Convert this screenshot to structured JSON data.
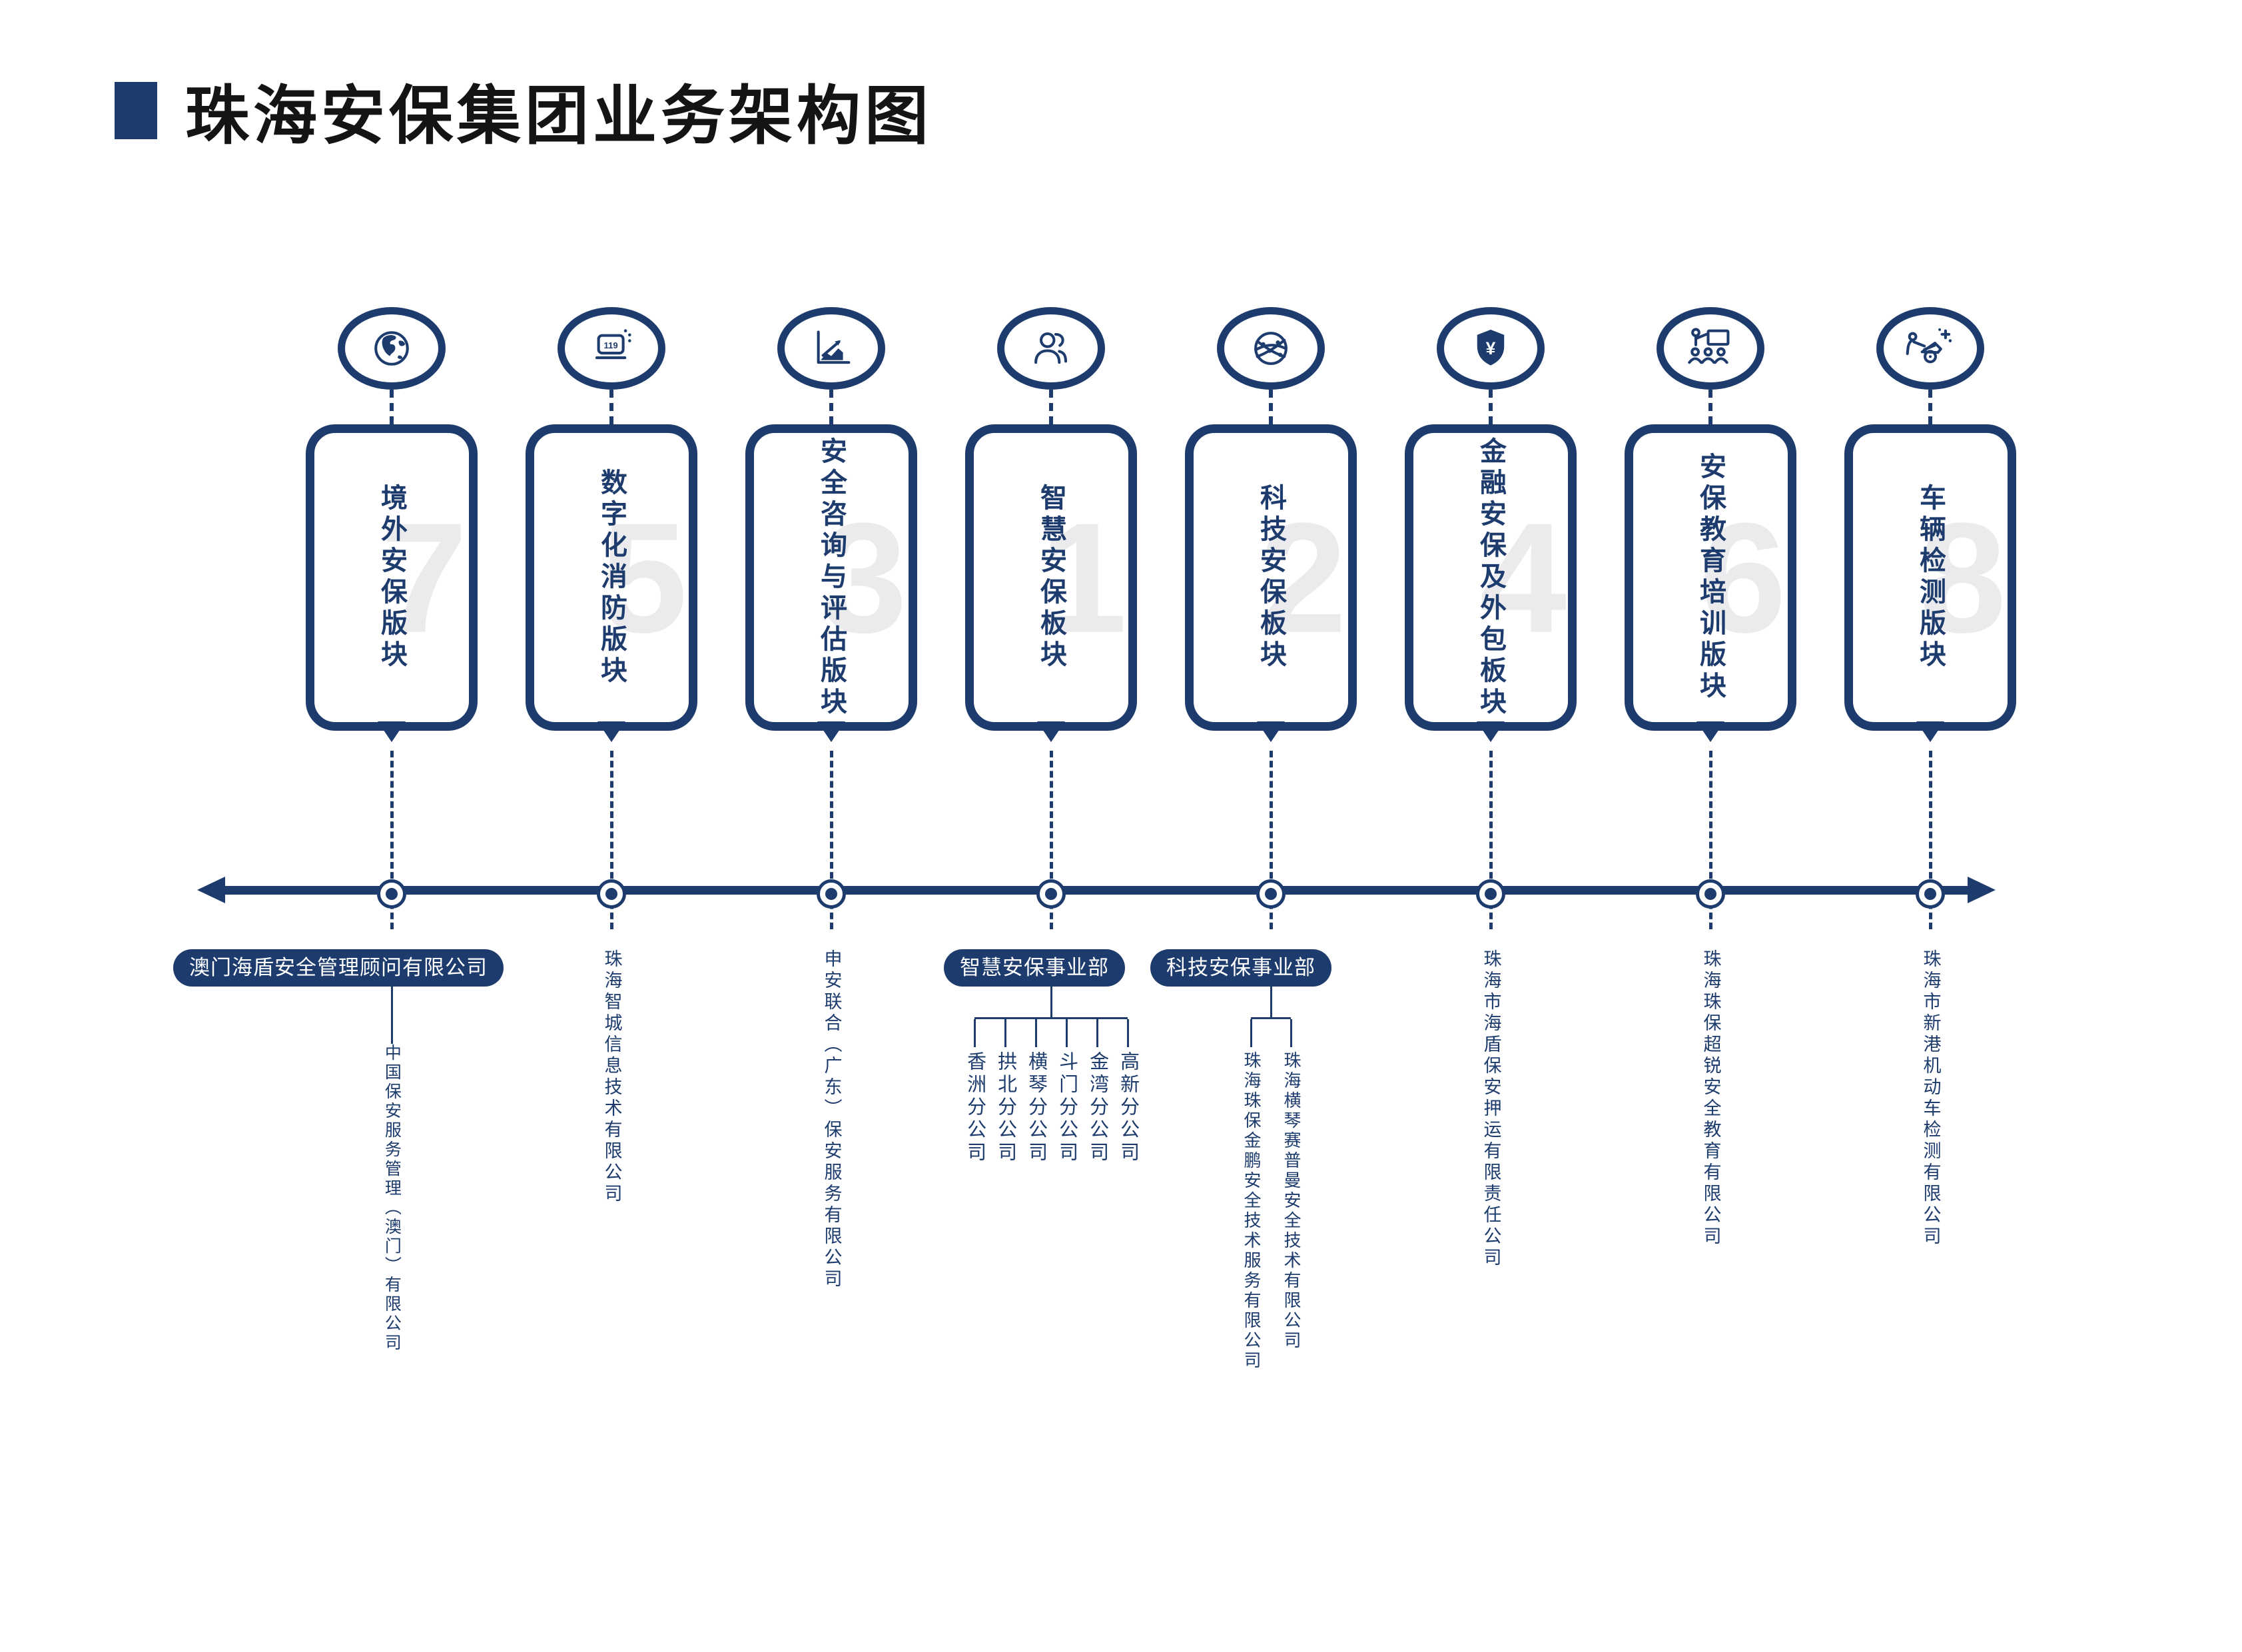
{
  "title": "珠海安保集团业务架构图",
  "colors": {
    "navy": "#1d3c6d",
    "watermark": "#ebebee",
    "badge_text": "#ffffff",
    "title_text": "#141414"
  },
  "columns": [
    {
      "number": "7",
      "label": "境外安保版块",
      "icon": "globe-icon",
      "badge": "澳门海盾安全管理顾问有限公司",
      "companies": [
        "中国保安服务管理（澳门）有限公司"
      ]
    },
    {
      "number": "5",
      "label": "数字化消防版块",
      "icon": "monitor-119-icon",
      "companies": [
        "珠海智城信息技术有限公司"
      ]
    },
    {
      "number": "3",
      "label": "安全咨询与评估版块",
      "icon": "line-chart-icon",
      "companies": [
        "申安联合（广东）保安服务有限公司"
      ]
    },
    {
      "number": "1",
      "label": "智慧安保板块",
      "icon": "users-icon",
      "badge": "智慧安保事业部",
      "companies": [
        "香洲分公司",
        "拱北分公司",
        "横琴分公司",
        "斗门分公司",
        "金湾分公司",
        "高新分公司"
      ]
    },
    {
      "number": "2",
      "label": "科技安保板块",
      "icon": "network-globe-icon",
      "badge": "科技安保事业部",
      "companies": [
        "珠海珠保金鹏安全技术服务有限公司",
        "珠海横琴赛普曼安全技术有限公司"
      ]
    },
    {
      "number": "4",
      "label": "金融安保及外包板块",
      "icon": "shield-yuan-icon",
      "companies": [
        "珠海市海盾保安押运有限责任公司"
      ]
    },
    {
      "number": "6",
      "label": "安保教育培训版块",
      "icon": "training-icon",
      "companies": [
        "珠海珠保超锐安全教育有限公司"
      ]
    },
    {
      "number": "8",
      "label": "车辆检测版块",
      "icon": "car-inspection-icon",
      "companies": [
        "珠海市新港机动车检测有限公司"
      ]
    }
  ]
}
